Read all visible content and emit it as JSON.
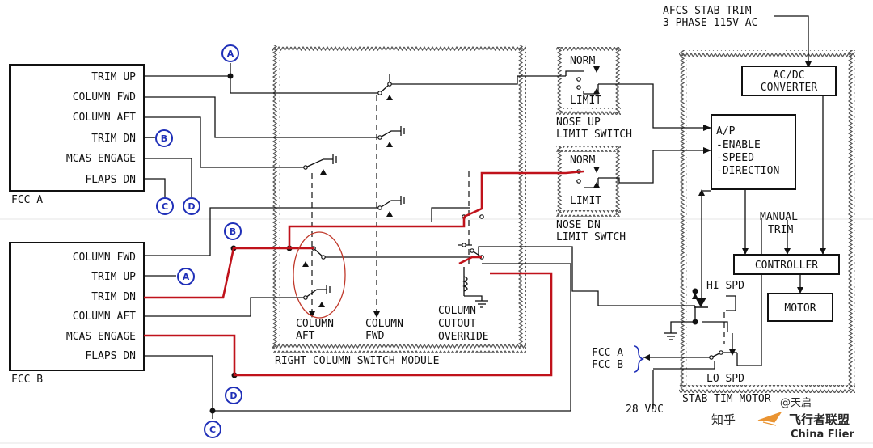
{
  "colors": {
    "wire": "#111111",
    "wire_red": "#c0121b",
    "bubble": "#1f2fb8",
    "hatch": "#555555",
    "highlight_ellipse": "#c0392b",
    "watermark_orange": "#e8891c",
    "watermark_blue": "#2a7fd4"
  },
  "title": "",
  "fcc_a": {
    "name": "FCC A",
    "pins": [
      "TRIM UP",
      "COLUMN FWD",
      "COLUMN AFT",
      "TRIM DN",
      "MCAS ENGAGE",
      "FLAPS DN"
    ]
  },
  "fcc_b": {
    "name": "FCC B",
    "pins": [
      "COLUMN FWD",
      "TRIM UP",
      "TRIM DN",
      "COLUMN AFT",
      "MCAS ENGAGE",
      "FLAPS DN"
    ]
  },
  "bubbles": {
    "a": "A",
    "b": "B",
    "c": "C",
    "d": "D"
  },
  "module_label": "RIGHT COLUMN SWITCH MODULE",
  "switch_labels": {
    "column_aft": [
      "COLUMN",
      "AFT"
    ],
    "column_fwd": [
      "COLUMN",
      "FWD"
    ],
    "cutout": [
      "COLUMN",
      "CUTOUT",
      "OVERRIDE"
    ]
  },
  "limit_switches": {
    "nose_up": {
      "norm": "NORM",
      "limit": "LIMIT",
      "name": [
        "NOSE UP",
        "LIMIT SWITCH"
      ]
    },
    "nose_dn": {
      "norm": "NORM",
      "limit": "LIMIT",
      "name": [
        "NOSE DN",
        "LIMIT SWTCH"
      ]
    }
  },
  "afcs": [
    "AFCS STAB TRIM",
    "3 PHASE 115V AC"
  ],
  "converter": [
    "AC/DC",
    "CONVERTER"
  ],
  "ap_box": [
    "A/P",
    "-ENABLE",
    "-SPEED",
    "-DIRECTION"
  ],
  "manual_trim": [
    "MANUAL",
    "TRIM"
  ],
  "controller": "CONTROLLER",
  "motor": "MOTOR",
  "hi_spd": "HI SPD",
  "lo_spd": "LO SPD",
  "fcc_sel": [
    "FCC A",
    "FCC B"
  ],
  "vdc": "28 VDC",
  "stab_trim_motor": "STAB TIM MOTOR",
  "watermark": {
    "zhihu": "知乎",
    "handle": "@天启",
    "cn": "飞行者联盟",
    "en": "China Flier"
  }
}
